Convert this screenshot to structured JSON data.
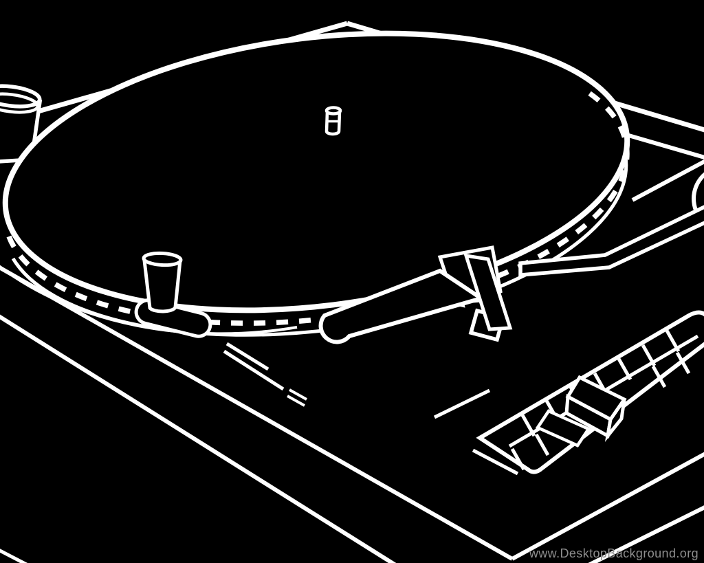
{
  "image": {
    "type": "line-art wallpaper illustration",
    "subject": "DJ turntable (vinyl record deck) drawn in white outline on black",
    "style": "minimal white strokes, perspective view from front-left"
  },
  "colors": {
    "background": "#000000",
    "line": "#ffffff",
    "watermark": "#8d8d8d"
  },
  "watermark": {
    "text": "www.DesktopBackground.org"
  },
  "parts": [
    {
      "name": "plinth",
      "label": "turntable base in perspective"
    },
    {
      "name": "platter",
      "label": "large rotating platter ellipse"
    },
    {
      "name": "strobe-dots",
      "label": "dashed strobe dot ring on platter rim"
    },
    {
      "name": "spindle",
      "label": "center spindle"
    },
    {
      "name": "adapter-post",
      "label": "45 RPM adapter post, top-left corner"
    },
    {
      "name": "start-stop-button",
      "label": "start/stop button on oval pad"
    },
    {
      "name": "speed-marking-lines",
      "label": "speed selector marking lines"
    },
    {
      "name": "tonearm",
      "label": "tonearm with headshell, cartridge and finger lift"
    },
    {
      "name": "tonearm-base",
      "label": "tonearm pivot base arcs at right edge"
    },
    {
      "name": "pitch-fader",
      "label": "pitch fader slider with tick marks and knob"
    }
  ]
}
